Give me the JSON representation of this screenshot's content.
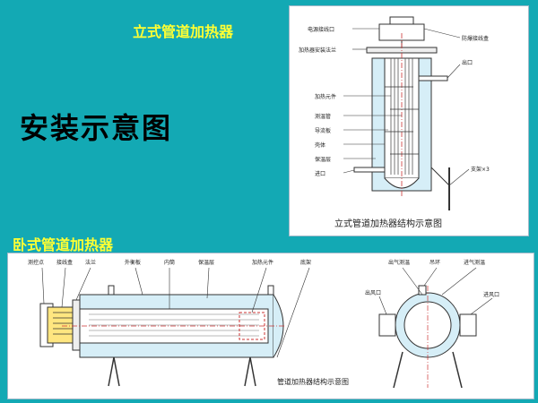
{
  "titles": {
    "vertical": "立式管道加热器",
    "main": "安装示意图",
    "horizontal": "卧式管道加热器"
  },
  "vertical_diagram": {
    "caption": "立式管道加热器结构示意图",
    "labels": {
      "power_box": "电源接线口",
      "explosion_box": "防爆接线盒",
      "flange": "加热器安装法兰",
      "outlet": "出口",
      "element": "加热元件",
      "temp_tube": "测温管",
      "baffle": "导流板",
      "shell": "壳体",
      "insulation": "保温层",
      "inlet": "进口",
      "support": "支架×3"
    }
  },
  "horizontal_diagram": {
    "caption": "管道加热器结构示意图",
    "labels": {
      "temp_point": "测控点",
      "junction_box": "接线盒",
      "flange": "法兰",
      "outer_jacket": "外衡板",
      "inner_tube": "内筒",
      "insulation": "保温层",
      "element": "加热元件",
      "base": "底架",
      "air_outlet": "出气测温",
      "lifting_ring": "吊环",
      "air_inlet": "进气测温",
      "outlet_port_left": "出风口",
      "inlet_port_right": "进风口"
    }
  },
  "colors": {
    "background": "#13a9b4",
    "title_yellow": "#ffff33",
    "insulation_fill": "#d6eef7",
    "line": "#333333"
  }
}
